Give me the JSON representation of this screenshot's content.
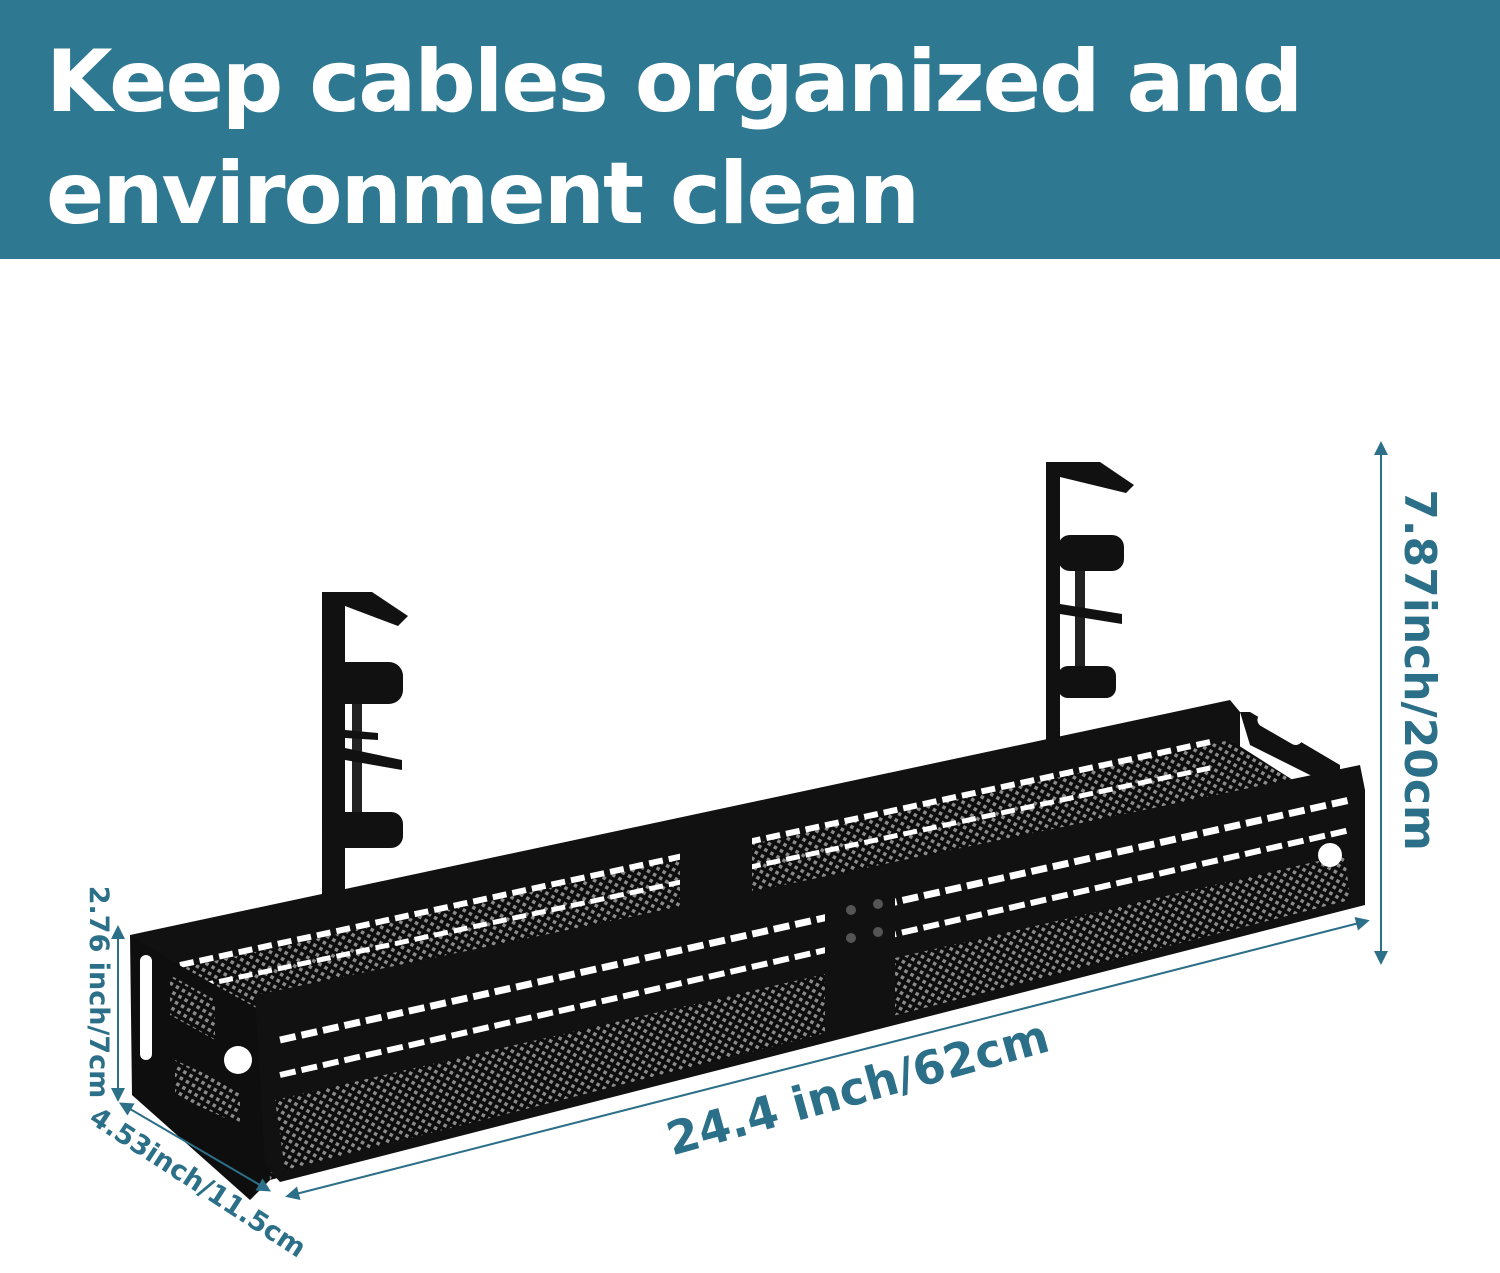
{
  "banner": {
    "color": "#2e7891",
    "headline_line1": "Keep cables organized and",
    "headline_line2": "environment clean"
  },
  "dimensions": {
    "height_total": "7.87inch/20cm",
    "length": "24.4 inch/62cm",
    "tray_height": "2.76 inch/7cm",
    "depth": "4.53inch/11.5cm",
    "color": "#2c6f88"
  },
  "product": {
    "type": "under-desk cable management tray with clamps",
    "color": "#111111"
  }
}
